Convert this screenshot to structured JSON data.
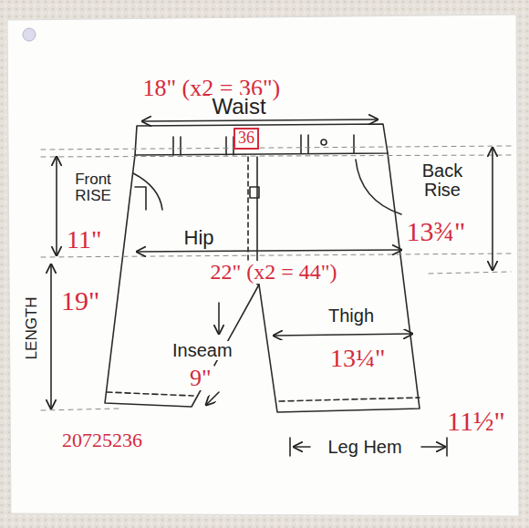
{
  "diagram": {
    "nodes": [
      {
        "text": [
          "36"
        ]
      }
    ],
    "labels": [
      "18\" (x2 = 36\")",
      "Waist",
      "Front RISE",
      "11\"",
      "Back Rise",
      "13¾\"",
      "Hip",
      "22\" (x2 = 44\")",
      "LENGTH",
      "19\"",
      "Thigh",
      "13¼\"",
      "Inseam",
      "9\"",
      "11½\"",
      "Leg Hem",
      "20725236"
    ]
  }
}
